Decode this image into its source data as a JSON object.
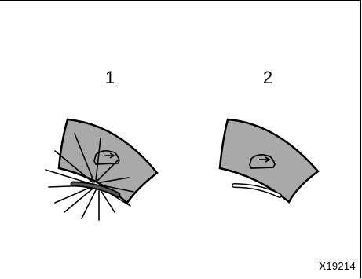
{
  "labels": {
    "first": "1",
    "second": "2"
  },
  "figure_code": "X19214",
  "icons": {
    "button_symbol": "car-recirculation-icon",
    "indicator": "indicator-light-icon"
  },
  "states": {
    "first": "indicator-on",
    "second": "indicator-off"
  },
  "colors": {
    "button_fill": "#a9a9a9",
    "outline": "#000000",
    "indicator_off": "#ffffff"
  }
}
